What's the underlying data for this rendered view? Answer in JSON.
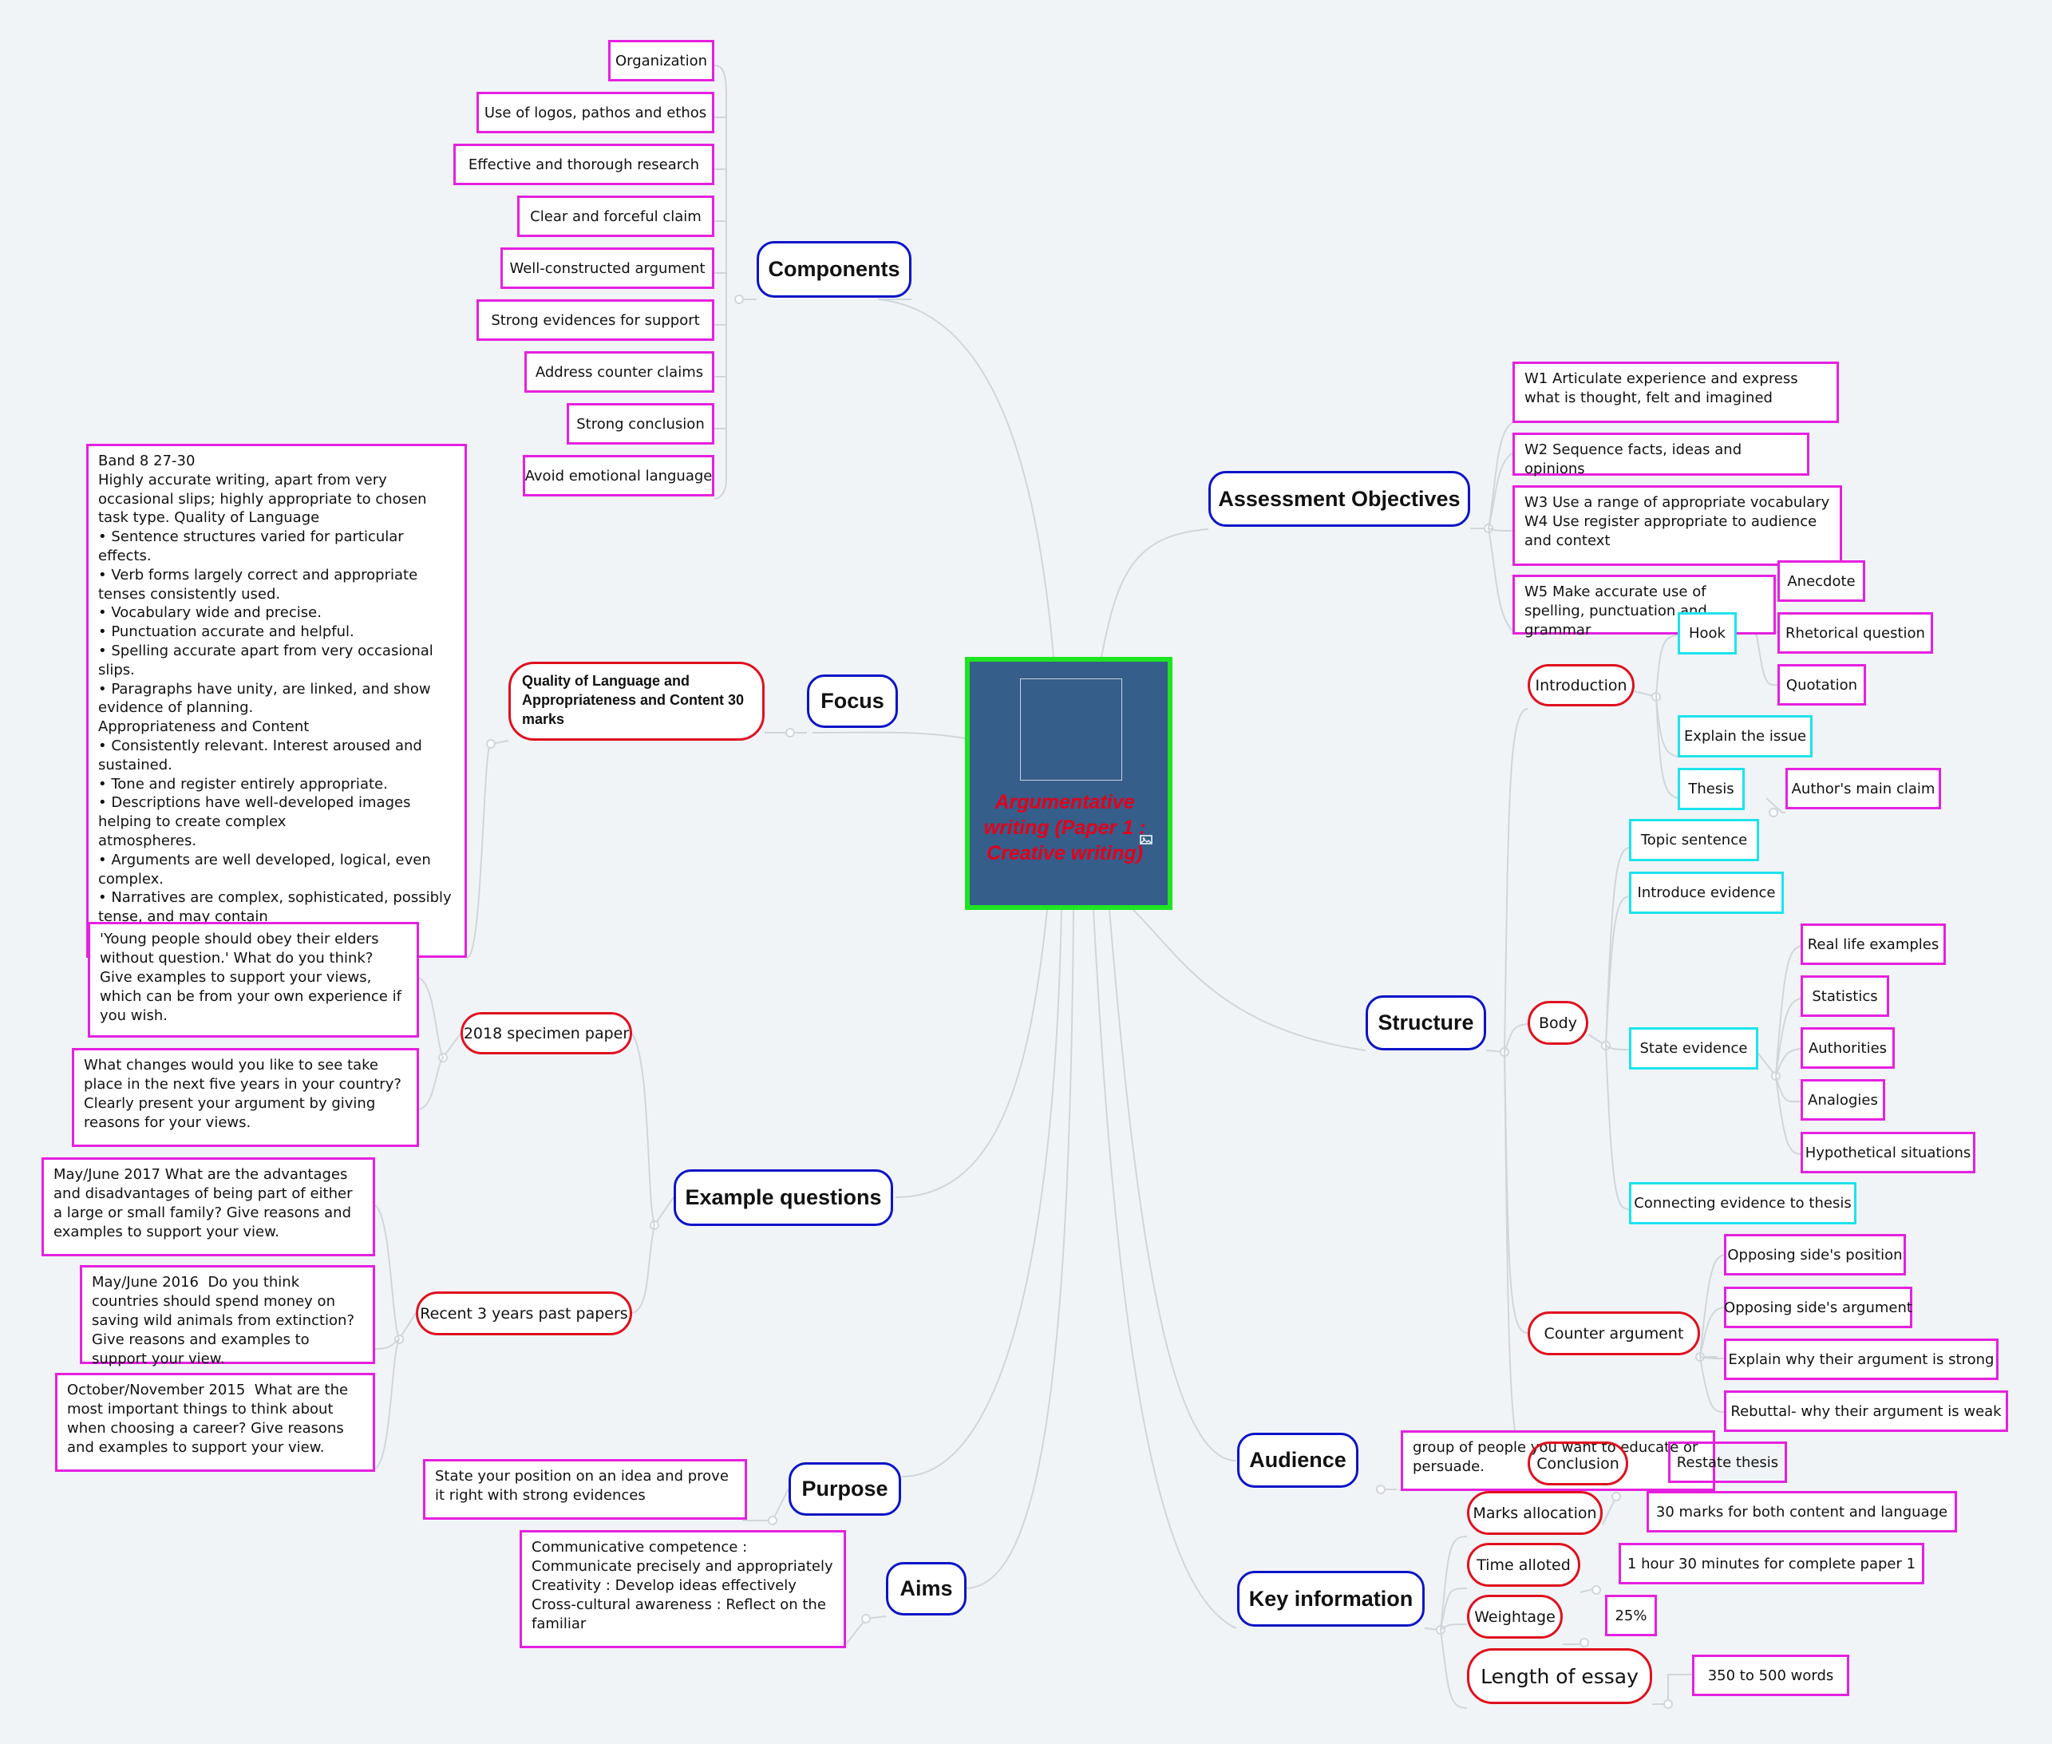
{
  "colors": {
    "center_fill": "#355e8a",
    "center_border": "#1ee522",
    "center_text": "#e3001b",
    "main_border": "#0b14c7",
    "sub_border": "#e0101e",
    "leaf_border": "#e620e0",
    "cyan_border": "#1de3ee",
    "link": "#cfd6db",
    "background": "#f1f4f6"
  },
  "icons": {
    "image_placeholder": "image-placeholder-icon",
    "image_badge": "image-icon"
  },
  "center": {
    "title": "Argumentative writing (Paper 1 : Creative writing)"
  },
  "components": {
    "label": "Components",
    "items": [
      "Organization",
      "Use of logos, pathos and ethos",
      "Effective and thorough research",
      "Clear and forceful claim",
      "Well-constructed argument",
      "Strong evidences for support",
      "Address counter claims",
      "Strong conclusion",
      "Avoid emotional language"
    ]
  },
  "focus": {
    "label": "Focus",
    "sub": "Quality of Language and Appropriateness and Content 30 marks",
    "band": "Band 8 27-30\nHighly accurate writing, apart from very occasional slips; highly appropriate to chosen task type. Quality of Language\n• Sentence structures varied for particular effects.\n• Verb forms largely correct and appropriate tenses consistently used.\n• Vocabulary wide and precise.\n• Punctuation accurate and helpful.\n• Spelling accurate apart from very occasional slips.\n• Paragraphs have unity, are linked, and show evidence of planning.\nAppropriateness and Content\n• Consistently relevant. Interest aroused and sustained.\n• Tone and register entirely appropriate.\n• Descriptions have well-developed images helping to create complex\natmospheres.\n• Arguments are well developed, logical, even complex.\n• Narratives are complex, sophisticated, possibly tense, and may contain\ndevices such as flashbacks."
  },
  "example_questions": {
    "label": "Example questions",
    "specimen": {
      "label": "2018 specimen paper",
      "items": [
        "'Young people should obey their elders without question.' What do you think? Give examples to support your views, which can be from your own experience if you wish.",
        "What changes would you like to see take place in the next five years in your country? Clearly present your argument by giving reasons for your views."
      ]
    },
    "recent": {
      "label": "Recent 3 years past papers",
      "items": [
        "May/June 2017 What are the advantages and disadvantages of being part of either a large or small family? Give reasons and examples to support your view.",
        "May/June 2016  Do you think countries should spend money on saving wild animals from extinction? Give reasons and examples to support your view.",
        "October/November 2015  What are the most important things to think about when choosing a career? Give reasons and examples to support your view."
      ]
    }
  },
  "purpose": {
    "label": "Purpose",
    "text": "State your position on an idea and prove it right with strong evidences"
  },
  "aims": {
    "label": "Aims",
    "text": "Communicative competence : Communicate precisely and appropriately\nCreativity : Develop ideas effectively\nCross-cultural awareness : Reflect on the familiar"
  },
  "assessment": {
    "label": "Assessment Objectives",
    "items": [
      "W1 Articulate experience and express what is thought, felt and imagined",
      "W2 Sequence facts, ideas and opinions",
      "W3 Use a range of appropriate vocabulary\nW4 Use register appropriate to audience and context",
      "W5 Make accurate use of spelling, punctuation and grammar"
    ]
  },
  "structure": {
    "label": "Structure",
    "introduction": {
      "label": "Introduction",
      "hook": {
        "label": "Hook",
        "items": [
          "Anecdote",
          "Rhetorical question",
          "Quotation"
        ]
      },
      "explain": "Explain the issue",
      "thesis": {
        "label": "Thesis",
        "item": "Author's main claim"
      }
    },
    "body": {
      "label": "Body",
      "topic": "Topic sentence",
      "introduce": "Introduce evidence",
      "state": {
        "label": "State evidence",
        "items": [
          "Real life examples",
          "Statistics",
          "Authorities",
          "Analogies",
          "Hypothetical situations"
        ]
      },
      "connecting": "Connecting evidence to thesis"
    },
    "counter": {
      "label": "Counter argument",
      "items": [
        "Opposing side's position",
        "Opposing side's argument",
        "Explain why their argument is strong",
        "Rebuttal- why their argument is weak"
      ]
    },
    "conclusion": {
      "label": "Conclusion",
      "item": "Restate thesis"
    }
  },
  "audience": {
    "label": "Audience",
    "text": "group of people you want to educate or persuade."
  },
  "key_info": {
    "label": "Key information",
    "marks": {
      "label": "Marks allocation",
      "value": "30 marks for both content and language"
    },
    "time": {
      "label": "Time alloted",
      "value": "1 hour  30 minutes for complete paper 1"
    },
    "weightage": {
      "label": "Weightage",
      "value": "25%"
    },
    "length": {
      "label": "Length of essay",
      "value": "350 to 500 words"
    }
  }
}
